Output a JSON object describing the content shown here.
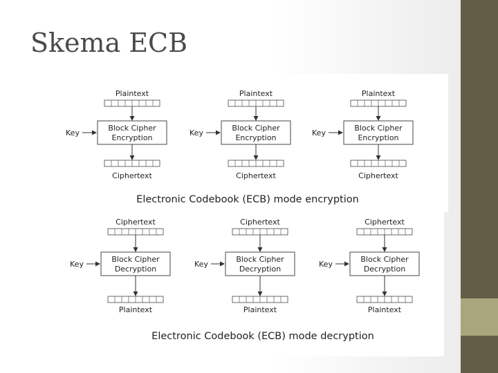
{
  "slide": {
    "title": "Skema ECB"
  },
  "encryption": {
    "caption": "Electronic Codebook (ECB) mode encryption",
    "top_label": "Plaintext",
    "bottom_label": "Ciphertext",
    "box_line1": "Block Cipher",
    "box_line2": "Encryption",
    "key_label": "Key"
  },
  "decryption": {
    "caption": "Electronic Codebook (ECB) mode decryption",
    "top_label": "Ciphertext",
    "bottom_label": "Plaintext",
    "box_line1": "Block Cipher",
    "box_line2": "Decryption",
    "key_label": "Key"
  },
  "colors": {
    "band": "#625d46",
    "accent": "#a8a67c",
    "title": "#4a4a4a"
  }
}
